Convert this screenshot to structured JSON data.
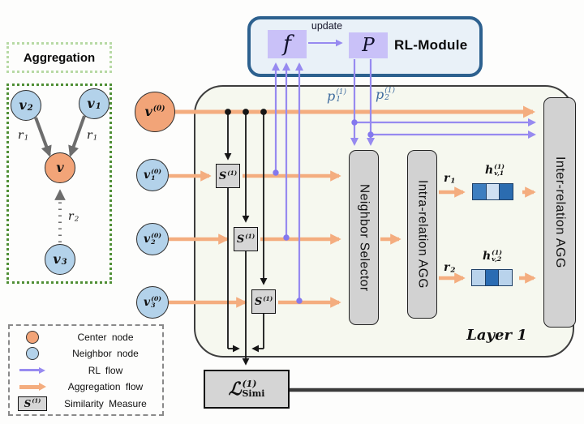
{
  "figure": {
    "aggregation": {
      "title": "Aggregation",
      "nodes": {
        "v2": {
          "base": "v",
          "sub": "2"
        },
        "v1": {
          "base": "v",
          "sub": "1"
        },
        "v": {
          "base": "v"
        },
        "v3": {
          "base": "v",
          "sub": "3"
        }
      },
      "edges": {
        "r1_left": {
          "base": "r",
          "sub": "1"
        },
        "r1_right": {
          "base": "r",
          "sub": "1"
        },
        "r2": {
          "base": "r",
          "sub": "2"
        }
      }
    },
    "rl_module": {
      "title": "RL-Module",
      "f": "f",
      "p": "P",
      "update": "update"
    },
    "layer": {
      "name": "Layer 1",
      "inputs": {
        "v0": {
          "base": "v",
          "sup": "(0)"
        },
        "v1": {
          "base": "v",
          "sub": "1",
          "sup": "(0)"
        },
        "v2": {
          "base": "v",
          "sub": "2",
          "sup": "(0)"
        },
        "v3": {
          "base": "v",
          "sub": "3",
          "sup": "(0)"
        }
      },
      "sim": {
        "base": "S",
        "sup": "(1)"
      },
      "neighbor_selector": "Neighbor Selector",
      "intra_agg": "Intra-relation AGG",
      "inter_agg": "Inter-relation AGG",
      "p1": {
        "base": "p",
        "sub": "1",
        "sup": "(1)"
      },
      "p2": {
        "base": "p",
        "sub": "2",
        "sup": "(1)"
      },
      "r1": {
        "base": "r",
        "sub": "1"
      },
      "r2": {
        "base": "r",
        "sub": "2"
      },
      "h1": {
        "base": "h",
        "sub": "v,1",
        "sup": "(1)"
      },
      "h2": {
        "base": "h",
        "sub": "v,2",
        "sup": "(1)"
      },
      "loss": {
        "base": "ℒ",
        "sub": "Simi",
        "sup": "(1)"
      },
      "vectors": {
        "h1_cells": [
          "#3d7ec0",
          "#cfe0f2",
          "#2b6cb0"
        ],
        "h2_cells": [
          "#b9d3ec",
          "#2a6cb3",
          "#b9d3ec"
        ]
      }
    },
    "legend": {
      "items": [
        {
          "label": "Center node"
        },
        {
          "label": "Neighbor node"
        },
        {
          "label": "RL flow"
        },
        {
          "label": "Aggregation flow"
        },
        {
          "label": "Similarity Measure"
        }
      ],
      "sim": {
        "base": "S",
        "sup": "(1)"
      }
    },
    "colors": {
      "center_node": "#f2a478",
      "neighbor_node": "#b3d2ea",
      "rl_flow": "#978af0",
      "aggregation_flow": "#f4ad7f"
    }
  }
}
